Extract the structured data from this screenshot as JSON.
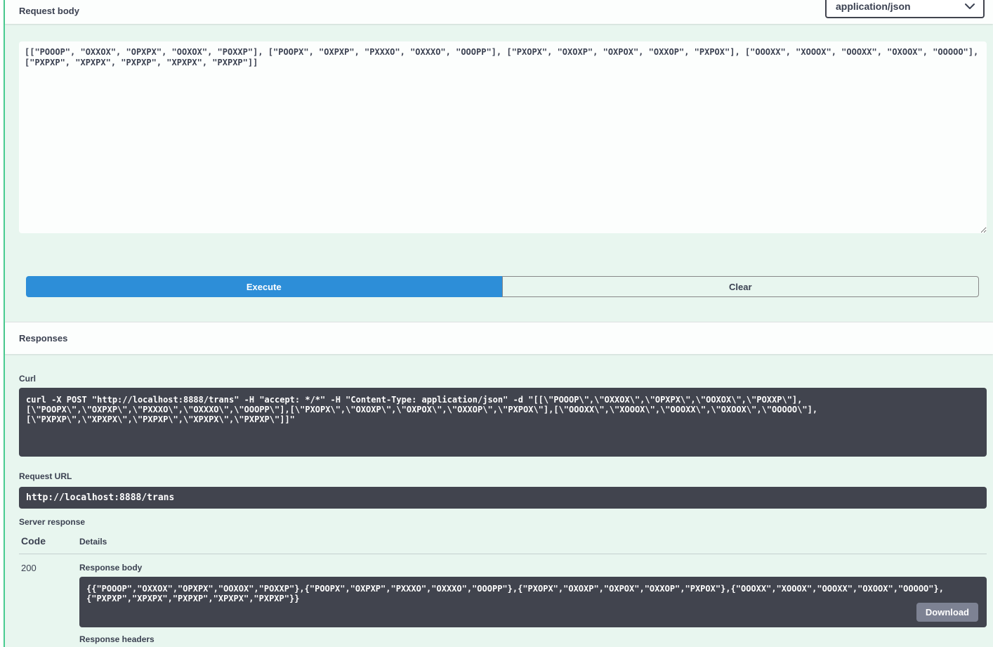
{
  "request": {
    "section_title": "Request body",
    "content_type_selected": "application/json",
    "body_value": "[[\"POOOP\", \"OXXOX\", \"OPXPX\", \"OOXOX\", \"POXXP\"], [\"POOPX\", \"OXPXP\", \"PXXXO\", \"OXXXO\", \"OOOPP\"], [\"PXOPX\", \"OXOXP\", \"OXPOX\", \"OXXOP\", \"PXPOX\"], [\"OOOXX\", \"XOOOX\", \"OOOXX\", \"OXOOX\", \"OOOOO\"], [\"PXPXP\", \"XPXPX\", \"PXPXP\", \"XPXPX\", \"PXPXP\"]]",
    "execute_label": "Execute",
    "clear_label": "Clear"
  },
  "responses": {
    "section_title": "Responses",
    "curl": {
      "label": "Curl",
      "command": "curl -X POST \"http://localhost:8888/trans\" -H \"accept: */*\" -H \"Content-Type: application/json\" -d \"[[\\\"POOOP\\\",\\\"OXXOX\\\",\\\"OPXPX\\\",\\\"OOXOX\\\",\\\"POXXP\\\"],[\\\"POOPX\\\",\\\"OXPXP\\\",\\\"PXXXO\\\",\\\"OXXXO\\\",\\\"OOOPP\\\"],[\\\"PXOPX\\\",\\\"OXOXP\\\",\\\"OXPOX\\\",\\\"OXXOP\\\",\\\"PXPOX\\\"],[\\\"OOOXX\\\",\\\"XOOOX\\\",\\\"OOOXX\\\",\\\"OXOOX\\\",\\\"OOOOO\\\"],[\\\"PXPXP\\\",\\\"XPXPX\\\",\\\"PXPXP\\\",\\\"XPXPX\\\",\\\"PXPXP\\\"]]\""
    },
    "request_url": {
      "label": "Request URL",
      "value": "http://localhost:8888/trans"
    },
    "server_response": {
      "label": "Server response",
      "code_header": "Code",
      "details_header": "Details",
      "status_code": "200",
      "response_body": {
        "label": "Response body",
        "value": "{{\"POOOP\",\"OXXOX\",\"OPXPX\",\"OOXOX\",\"POXXP\"},{\"POOPX\",\"OXPXP\",\"PXXXO\",\"OXXXO\",\"OOOPP\"},{\"PXOPX\",\"OXOXP\",\"OXPOX\",\"OXXOP\",\"PXPOX\"},{\"OOOXX\",\"XOOOX\",\"OOOXX\",\"OXOOX\",\"OOOOO\"},{\"PXPXP\",\"XPXPX\",\"PXPXP\",\"XPXPX\",\"PXPXP\"}}",
        "download_label": "Download"
      },
      "response_headers_label": "Response headers"
    }
  },
  "colors": {
    "opblock_border": "#49cc90",
    "opblock_background": "#e8f6ef",
    "code_block_background": "#41444e",
    "execute_button": "#2d8ed8",
    "download_button": "#7d8293",
    "heading_text": "#3b4151"
  }
}
